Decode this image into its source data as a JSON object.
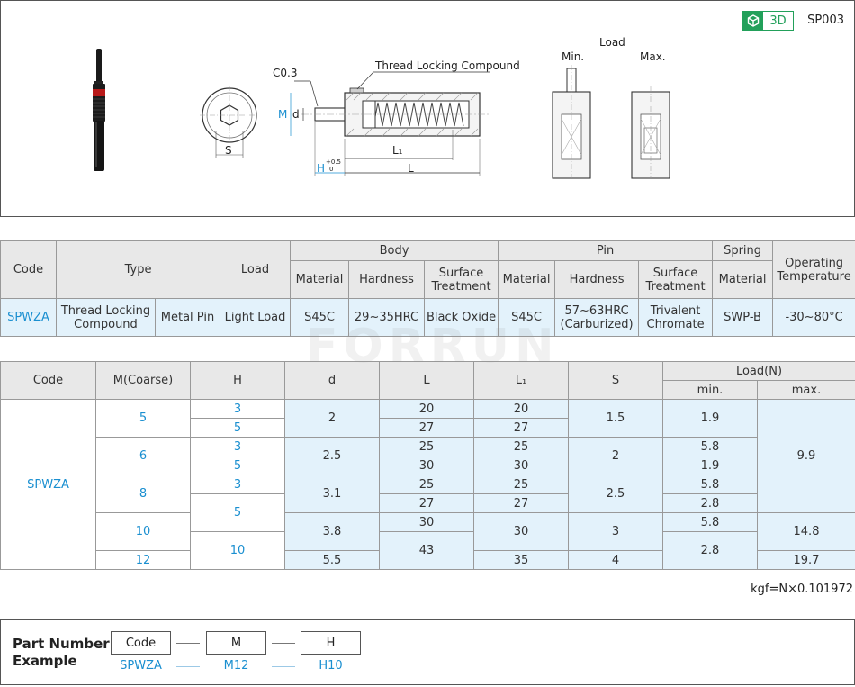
{
  "header": {
    "badge_label": "3D",
    "series_code": "SP003"
  },
  "drawing": {
    "chamfer": "C0.3",
    "compound_label": "Thread Locking Compound",
    "dim_M": "M",
    "dim_d": "d",
    "dim_S": "S",
    "dim_H": "H",
    "dim_H_tol_upper": "+0.5",
    "dim_H_tol_lower": "0",
    "dim_L1": "L₁",
    "dim_L": "L",
    "load_title": "Load",
    "load_min": "Min.",
    "load_max": "Max."
  },
  "spec_table": {
    "headers": {
      "code": "Code",
      "type": "Type",
      "load": "Load",
      "body": "Body",
      "pin": "Pin",
      "spring": "Spring",
      "operating_temperature": "Operating Temperature",
      "material": "Material",
      "hardness": "Hardness",
      "surface_treatment": "Surface Treatment"
    },
    "row": {
      "code": "SPWZA",
      "type_1": "Thread Locking Compound",
      "type_2": "Metal Pin",
      "load": "Light Load",
      "body_material": "S45C",
      "body_hardness": "29~35HRC",
      "body_surface": "Black Oxide",
      "pin_material": "S45C",
      "pin_hardness": "57~63HRC (Carburized)",
      "pin_surface": "Trivalent Chromate",
      "spring_material": "SWP-B",
      "temperature": "-30~80°C"
    }
  },
  "dim_table": {
    "headers": {
      "code": "Code",
      "m": "M(Coarse)",
      "h": "H",
      "d": "d",
      "l": "L",
      "l1": "L₁",
      "s": "S",
      "load": "Load(N)",
      "min": "min.",
      "max": "max."
    },
    "code": "SPWZA",
    "m": [
      "5",
      "6",
      "8",
      "10",
      "12"
    ],
    "h": [
      "3",
      "5",
      "3",
      "5",
      "3",
      "5",
      "10"
    ],
    "d": [
      "2",
      "2.5",
      "3.1",
      "3.8",
      "5.5"
    ],
    "l": [
      "20",
      "27",
      "25",
      "30",
      "25",
      "27",
      "30",
      "43"
    ],
    "l1": [
      "20",
      "27",
      "25",
      "30",
      "25",
      "27",
      "30",
      "35"
    ],
    "s": [
      "1.5",
      "2",
      "2.5",
      "3",
      "4"
    ],
    "load_min": [
      "1.9",
      "5.8",
      "1.9",
      "5.8",
      "2.8",
      "5.8",
      "2.8"
    ],
    "load_max": [
      "9.9",
      "14.8",
      "19.7"
    ]
  },
  "conversion_note": "kgf=N×0.101972",
  "part_number": {
    "title_line1": "Part Number",
    "title_line2": "Example",
    "boxes": [
      "Code",
      "M",
      "H"
    ],
    "values": [
      "SPWZA",
      "M12",
      "H10"
    ]
  }
}
